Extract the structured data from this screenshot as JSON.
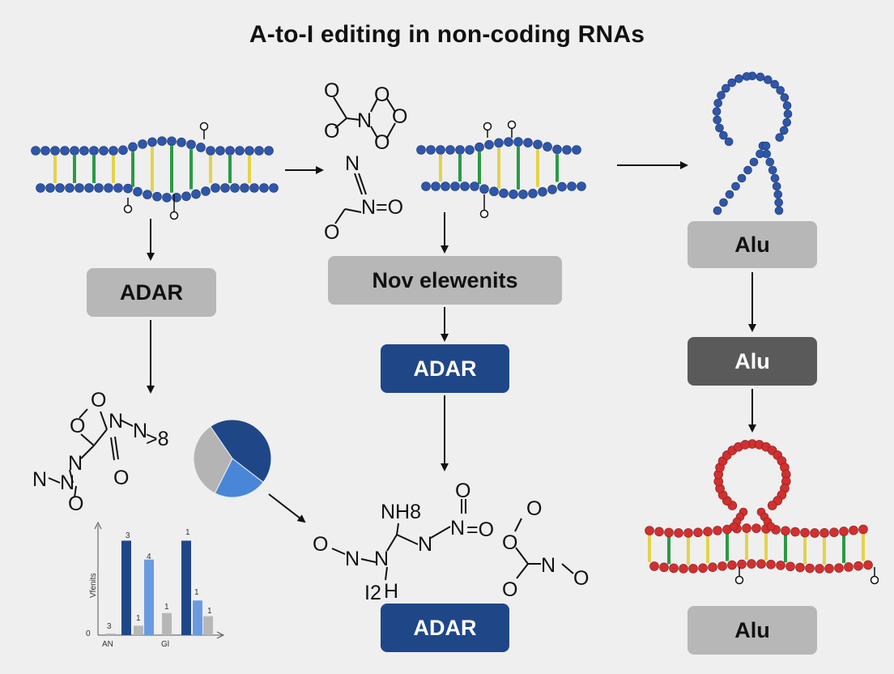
{
  "title": "A-to-I editing in non-coding RNAs",
  "boxes": {
    "adar_left": "ADAR",
    "nov_elements": "Nov elewenits",
    "adar_mid": "ADAR",
    "adar_bottom": "ADAR",
    "alu_top": "Alu",
    "alu_mid": "Alu",
    "alu_bottom": "Alu"
  },
  "chem_labels": {
    "top_mid_o1": "O",
    "top_mid_o2": "O",
    "top_mid_n": "N",
    "top_mid_o3": "O",
    "top_mid_o4": "O",
    "nitro_n1": "N",
    "nitro_n2": "N=O",
    "nitro_o": "O",
    "left_o1": "O",
    "left_o2": "O",
    "left_n1": "N",
    "left_n2": "N",
    "left_n_tail": "N",
    "left_n3": ">8",
    "left_o3": "O",
    "left_n4": "N",
    "left_o4": "O",
    "bottom_nh": "NH8",
    "bottom_o_left": "O",
    "bottom_n1": "N",
    "bottom_n2": "N",
    "bottom_n3": "N",
    "bottom_eq": "=O",
    "bottom_o_top": "O",
    "bottom_i2": "I2",
    "bottom_h": "H",
    "bottom_o_right1": "O",
    "bottom_o_right2": "O",
    "bottom_n_right": "N",
    "bottom_o_right3": "O"
  },
  "chart_labels": {
    "ylabel": "Vfenits",
    "zero": "0",
    "x1": "AN",
    "x2": "Gl",
    "v1": "3",
    "v2": "1",
    "v3": "4",
    "v4": "1",
    "v5": "1",
    "v6": "1",
    "v7": "1"
  },
  "colors": {
    "navy": "#1f4788",
    "light_blue": "#6a9be0",
    "gray_box": "#b7b7b7",
    "dark_box": "#5a5a5a",
    "rna_blue": "#2f56a8",
    "rna_red": "#d03030",
    "base_green": "#2a9a44",
    "base_yellow": "#e3d34a"
  },
  "chart_data": {
    "type": "bar",
    "categories": [
      "AN",
      "Gl"
    ],
    "series": [
      {
        "values": [
          0.05,
          3.0
        ]
      },
      {
        "values": [
          0.3,
          2.5
        ]
      },
      {
        "values": [
          0.6,
          0.7
        ]
      }
    ],
    "ylabel": "Vfenits",
    "ylim": [
      0,
      3.5
    ]
  },
  "pie": {
    "values": [
      45,
      22,
      33
    ],
    "colors": [
      "#1f4788",
      "#4a86d8",
      "#b4b4b4"
    ]
  }
}
